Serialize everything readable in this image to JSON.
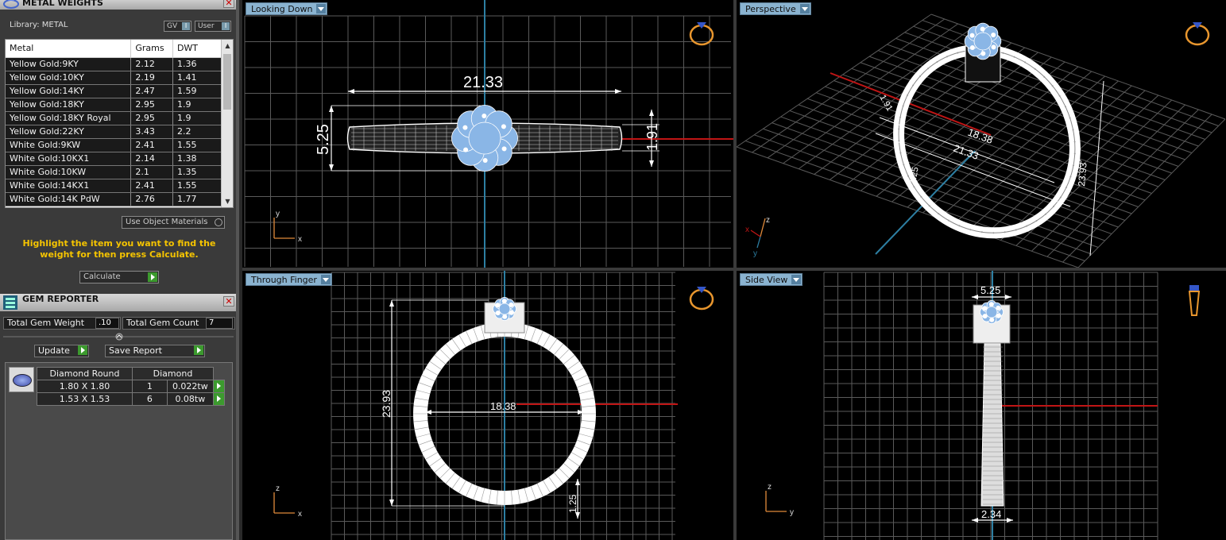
{
  "metal_weights": {
    "title": "METAL WEIGHTS",
    "library_label": "Library: METAL",
    "gv_label": "GV",
    "user_label": "User",
    "columns": [
      "Metal",
      "Grams",
      "DWT"
    ],
    "rows": [
      [
        "Yellow Gold:9KY",
        "2.12",
        "1.36"
      ],
      [
        "Yellow Gold:10KY",
        "2.19",
        "1.41"
      ],
      [
        "Yellow Gold:14KY",
        "2.47",
        "1.59"
      ],
      [
        "Yellow Gold:18KY",
        "2.95",
        "1.9"
      ],
      [
        "Yellow Gold:18KY Royal",
        "2.95",
        "1.9"
      ],
      [
        "Yellow Gold:22KY",
        "3.43",
        "2.2"
      ],
      [
        "White Gold:9KW",
        "2.41",
        "1.55"
      ],
      [
        "White Gold:10KX1",
        "2.14",
        "1.38"
      ],
      [
        "White Gold:10KW",
        "2.1",
        "1.35"
      ],
      [
        "White Gold:14KX1",
        "2.41",
        "1.55"
      ],
      [
        "White Gold:14K PdW",
        "2.76",
        "1.77"
      ]
    ],
    "use_object_materials": "Use Object Materials",
    "hint": "Highlight the item you want to find the weight for then press Calculate.",
    "calculate_label": "Calculate"
  },
  "gem_reporter": {
    "title": "GEM REPORTER",
    "total_weight_label": "Total Gem Weight",
    "total_weight_value": ".10",
    "total_count_label": "Total Gem Count",
    "total_count_value": "7",
    "update_label": "Update",
    "save_report_label": "Save Report",
    "columns": [
      "Diamond Round",
      "Diamond"
    ],
    "rows": [
      [
        "1.80 X 1.80",
        "1",
        "0.022tw"
      ],
      [
        "1.53 X 1.53",
        "6",
        "0.08tw"
      ]
    ]
  },
  "viewports": {
    "top_left": {
      "label": "Looking Down",
      "dims": {
        "width": "21.33",
        "height": "5.25",
        "band": "1.91"
      },
      "axes": {
        "up": "y",
        "right": "x"
      }
    },
    "top_right": {
      "label": "Perspective",
      "dims": {
        "inner": "18.38",
        "outer": "21.33",
        "band": "1.25",
        "height": "23.93",
        "side": "1.91",
        "top": "5.25"
      },
      "axes": {
        "up": "z",
        "left": "x",
        "down": "y"
      }
    },
    "bottom_left": {
      "label": "Through Finger",
      "dims": {
        "height": "23.93",
        "inner": "18.38",
        "band": "1.25"
      },
      "axes": {
        "up": "z",
        "right": "x"
      }
    },
    "bottom_right": {
      "label": "Side View",
      "dims": {
        "top": "5.25",
        "bottom": "2.34"
      },
      "axes": {
        "up": "z",
        "right": "y"
      }
    }
  },
  "colors": {
    "grid": "#5a5a5a",
    "wire": "#ffffff",
    "gem": "#8ab6e6",
    "dimension": "#ffffff",
    "axis_red": "#c01515",
    "axis_blue": "#2d7fa3",
    "hint": "#f5c400",
    "tab": "#8ab3d0"
  }
}
